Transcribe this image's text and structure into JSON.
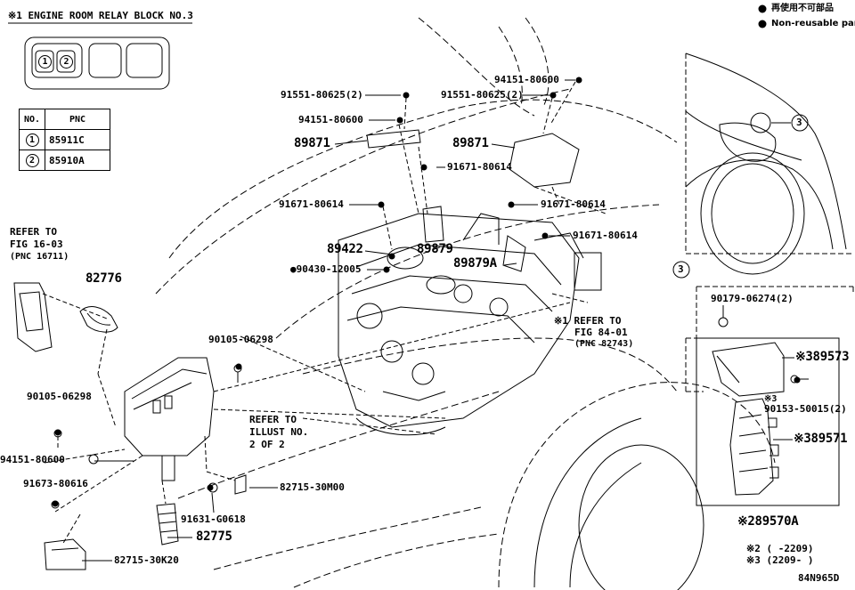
{
  "header": {
    "relay_block_title": "※1 ENGINE ROOM RELAY BLOCK NO.3",
    "legend_jp": "再使用不可部品",
    "legend_en": "Non-reusable part"
  },
  "relay_block": {
    "slot1": "1",
    "slot2": "2"
  },
  "pnc_table": {
    "header_no": "NO.",
    "header_pnc": "PNC",
    "rows": [
      {
        "no": "1",
        "pnc": "85911C"
      },
      {
        "no": "2",
        "pnc": "85910A"
      }
    ]
  },
  "labels": {
    "p94151_80600_top": "94151-80600",
    "p91551_80625_a": "91551-80625(2)",
    "p91551_80625_b": "91551-80625(2)",
    "p94151_80600_mid": "94151-80600",
    "p89871_left": "89871",
    "p89871_right": "89871",
    "p91671_80614_a": "91671-80614",
    "p91671_80614_b": "91671-80614",
    "p91671_80614_c": "91671-80614",
    "p91671_80614_d": "91671-80614",
    "p89422": "89422",
    "p89879": "89879",
    "p89879A": "89879A",
    "p90430_12005": "●90430-12005",
    "refer_fig16_1": "REFER TO",
    "refer_fig16_2": "FIG 16-03",
    "refer_fig16_3": "(PNC 16711)",
    "p82776": "82776",
    "refer_fig84_1": "※1 REFER TO",
    "refer_fig84_2": "FIG 84-01",
    "refer_fig84_3": "(PNC 82743)",
    "p90105_06298_a": "90105-06298",
    "p90105_06298_b": "90105-06298",
    "p94151_80600_low": "94151-80600",
    "refer_illust_1": "REFER TO",
    "refer_illust_2": "ILLUST NO.",
    "refer_illust_3": "2 OF 2",
    "p91673_80616": "91673-80616",
    "p82715_30M00": "82715-30M00",
    "p91631_G0618": "91631-G0618",
    "p82775": "82775",
    "p82715_30K20": "82715-30K20",
    "callout3_top": "3",
    "callout3_box": "3",
    "p90179_06274": "90179-06274(2)",
    "p89573": "※389573",
    "note3_a": "※3",
    "p90153_50015": "90153-50015(2)",
    "p89571": "※389571",
    "p89570A": "※289570A",
    "note2": "※2 (    -2209)",
    "note3": "※3 (2209-    )",
    "drawing_id": "84N965D"
  }
}
